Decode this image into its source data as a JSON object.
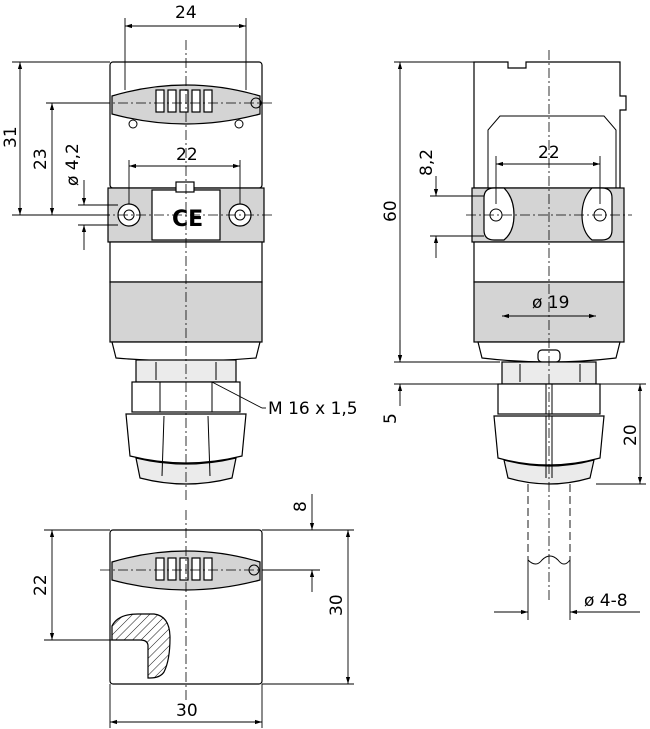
{
  "dimensions": {
    "front_width_top": "24",
    "front_height_total": "31",
    "front_hole_height": "23",
    "front_hole_diameter": "ø 4,2",
    "front_hole_spacing": "22",
    "thread": "M 16 x 1,5",
    "side_height": "60",
    "side_slot_height": "8,2",
    "side_hole_spacing": "22",
    "side_diameter": "ø 19",
    "side_gap": "5",
    "side_gland_height": "20",
    "cable_diameter": "ø 4-8",
    "bottom_top_offset": "8",
    "bottom_height_left": "22",
    "bottom_height_right": "30",
    "bottom_width": "30"
  },
  "marks": {
    "ce_label": "CE"
  }
}
